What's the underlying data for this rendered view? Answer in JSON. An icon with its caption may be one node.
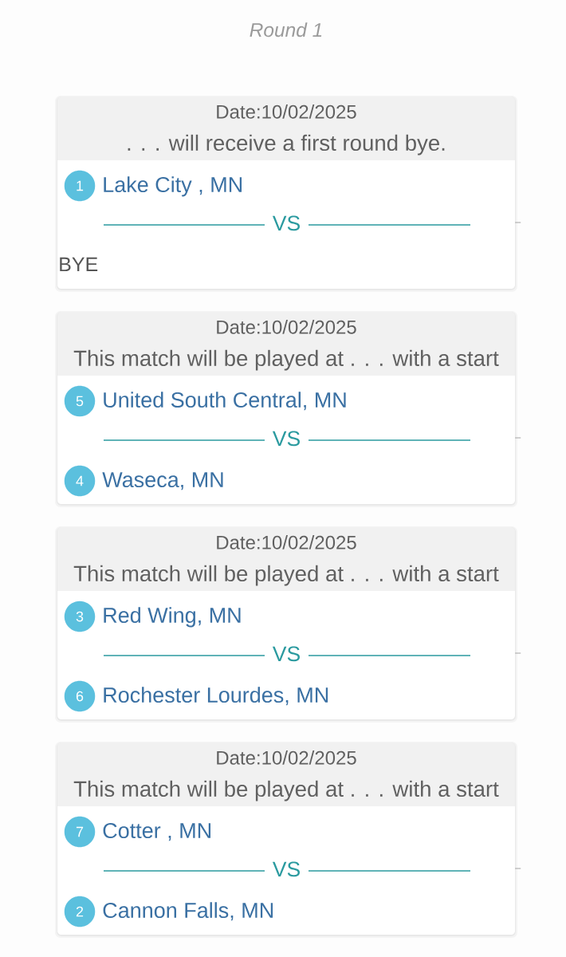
{
  "diagram": {
    "title": "Round 1",
    "nodes": [
      {
        "text": [
          "Date:10/02/2025",
          ". . . will receive a first round bye.",
          "VS",
          "BYE"
        ]
      },
      {
        "text": [
          "1"
        ],
        "beside": [
          "Lake City , MN"
        ],
        "in": 0
      },
      {
        "text": [
          "Date:10/02/2025",
          "This match will be played at . . . with a start",
          "VS"
        ]
      },
      {
        "text": [
          "5"
        ],
        "beside": [
          "United South Central, MN"
        ],
        "in": 2
      },
      {
        "text": [
          "4"
        ],
        "beside": [
          "Waseca, MN"
        ],
        "in": 2
      },
      {
        "text": [
          "Date:10/02/2025",
          "This match will be played at . . . with a start",
          "VS"
        ]
      },
      {
        "text": [
          "3"
        ],
        "beside": [
          "Red Wing, MN"
        ],
        "in": 5
      },
      {
        "text": [
          "6"
        ],
        "beside": [
          "Rochester Lourdes, MN"
        ],
        "in": 5
      },
      {
        "text": [
          "Date:10/02/2025",
          "This match will be played at . . . with a start",
          "VS"
        ]
      },
      {
        "text": [
          "7"
        ],
        "beside": [
          "Cotter , MN"
        ],
        "in": 8
      },
      {
        "text": [
          "2"
        ],
        "beside": [
          "Cannon Falls, MN"
        ],
        "in": 8
      }
    ],
    "edges": [
      {
        "from": 0,
        "to": null,
        "arrow": "none"
      },
      {
        "from": 2,
        "to": null,
        "arrow": "none"
      },
      {
        "from": 5,
        "to": null,
        "arrow": "none"
      },
      {
        "from": 8,
        "to": null,
        "arrow": "none"
      }
    ]
  }
}
